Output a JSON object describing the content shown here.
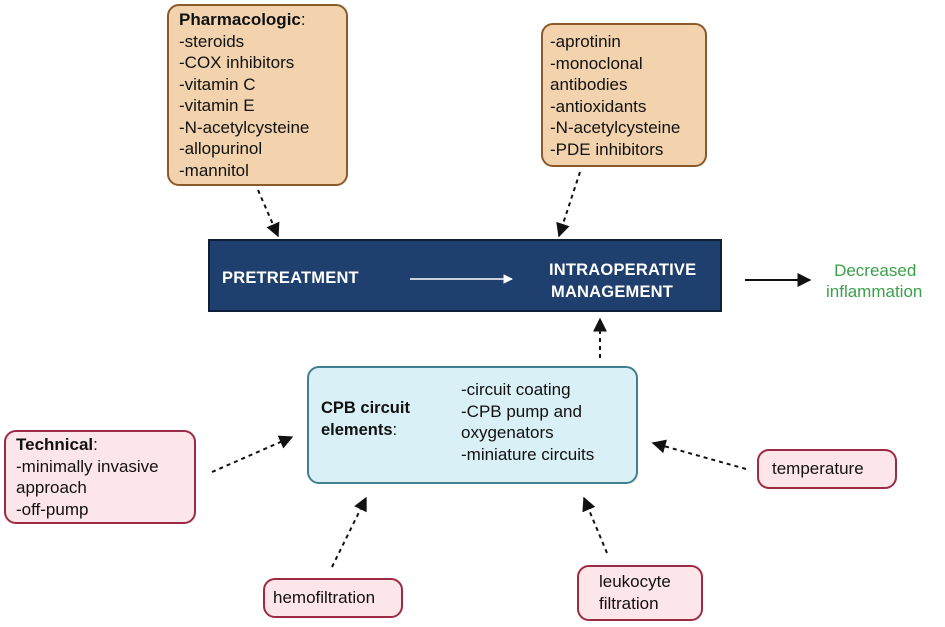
{
  "pharmacologic": {
    "title": "Pharmacologic",
    "items": [
      "-steroids",
      "-COX inhibitors",
      "-vitamin C",
      "-vitamin E",
      "-N-acetylcysteine",
      "-allopurinol",
      "-mannitol"
    ]
  },
  "intraop_agents": {
    "items": [
      "-aprotinin",
      "-monoclonal",
      "antibodies",
      "-antioxidants",
      "-N-acetylcysteine",
      "-PDE inhibitors"
    ]
  },
  "main_band": {
    "pretreatment": "PRETREATMENT",
    "intraoperative": [
      "INTRAOPERATIVE",
      "MANAGEMENT"
    ]
  },
  "outcome": [
    "Decreased",
    "inflammation"
  ],
  "cpb": {
    "title": [
      "CPB circuit",
      "elements"
    ],
    "items": [
      "-circuit coating",
      "-CPB pump and",
      "oxygenators",
      "-miniature circuits"
    ]
  },
  "technical": {
    "title": "Technical",
    "items": [
      "-minimally invasive",
      "approach",
      "-off-pump"
    ]
  },
  "temperature": "temperature",
  "hemofiltration": "hemofiltration",
  "leukocyte": [
    "leukocyte",
    "filtration"
  ],
  "colors": {
    "band": "#1f3f6e",
    "tan": "#f2d3ae",
    "pink": "#fce6ea",
    "blue": "#d9f0f6",
    "outcome_text": "#3aa04a"
  }
}
